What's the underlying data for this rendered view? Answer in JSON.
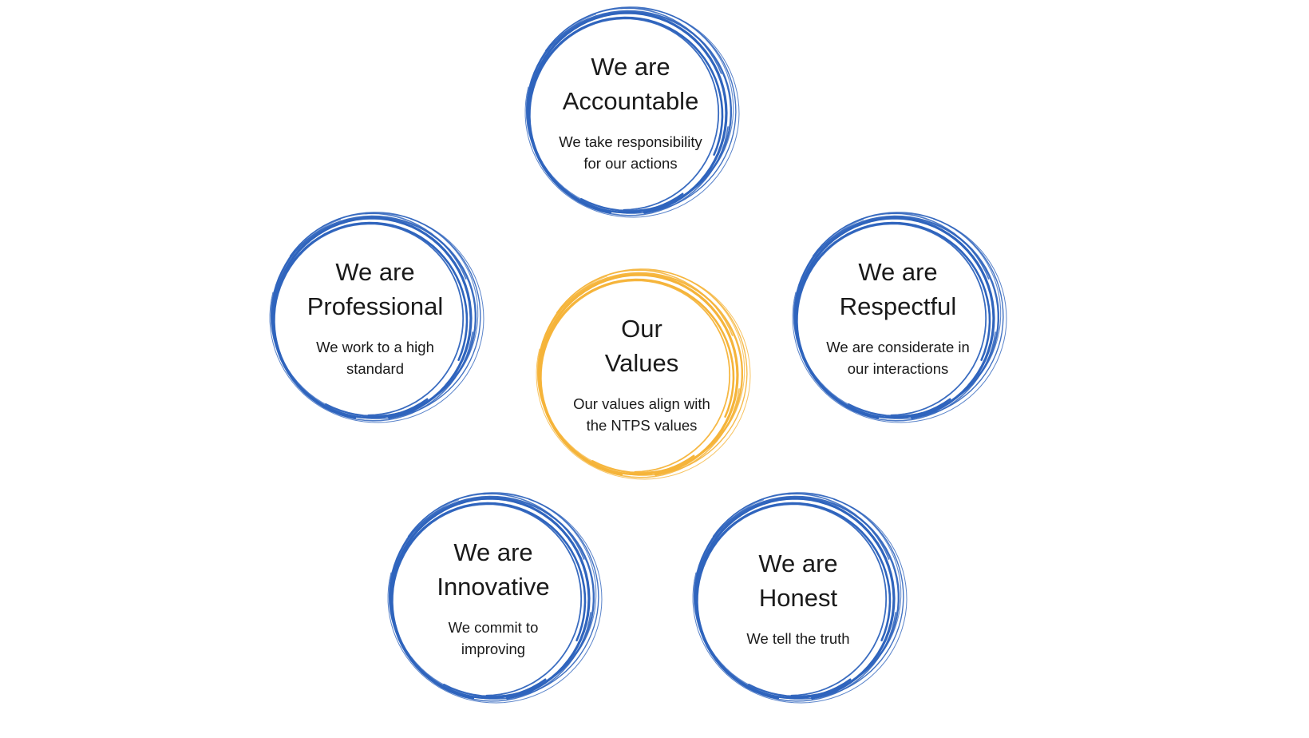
{
  "colors": {
    "ring_blue": "#2f64bd",
    "ring_yellow": "#f5b43a",
    "text": "#1a1a1a",
    "background": "#ffffff"
  },
  "center": {
    "title_line1": "Our",
    "title_line2": "Values",
    "desc_line1": "Our values align with",
    "desc_line2": "the NTPS values"
  },
  "values": [
    {
      "title_line1": "We are",
      "title_line2": "Accountable",
      "desc_line1": "We take responsibility",
      "desc_line2": "for our actions"
    },
    {
      "title_line1": "We are",
      "title_line2": "Professional",
      "desc_line1": "We work to a high",
      "desc_line2": "standard"
    },
    {
      "title_line1": "We are",
      "title_line2": "Respectful",
      "desc_line1": "We are considerate in",
      "desc_line2": "our interactions"
    },
    {
      "title_line1": "We are",
      "title_line2": "Innovative",
      "desc_line1": "We commit to",
      "desc_line2": "improving"
    },
    {
      "title_line1": "We are",
      "title_line2": "Honest",
      "desc_line1": "We tell the truth",
      "desc_line2": ""
    }
  ]
}
